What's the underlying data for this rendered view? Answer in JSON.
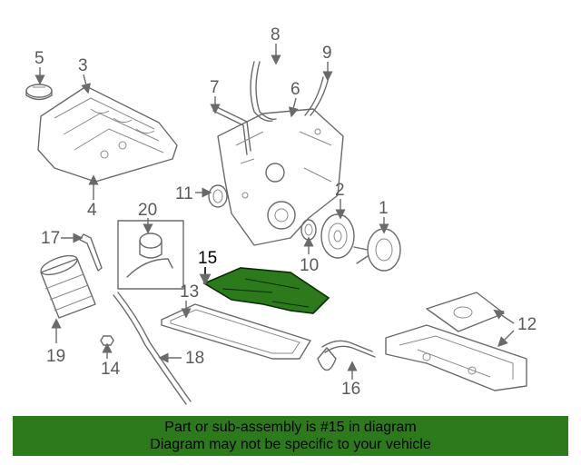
{
  "callouts": {
    "c1": "1",
    "c2": "2",
    "c3": "3",
    "c4": "4",
    "c5": "5",
    "c6": "6",
    "c7": "7",
    "c8": "8",
    "c9": "9",
    "c10": "10",
    "c11": "11",
    "c12": "12",
    "c13": "13",
    "c14": "14",
    "c15": "15",
    "c16": "16",
    "c17": "17",
    "c18": "18",
    "c19": "19",
    "c20": "20"
  },
  "highlight_color": "#2c7a1c",
  "banner": {
    "line1": "Part or sub-assembly is #15 in diagram",
    "line2": "Diagram may not be specific to your vehicle"
  }
}
